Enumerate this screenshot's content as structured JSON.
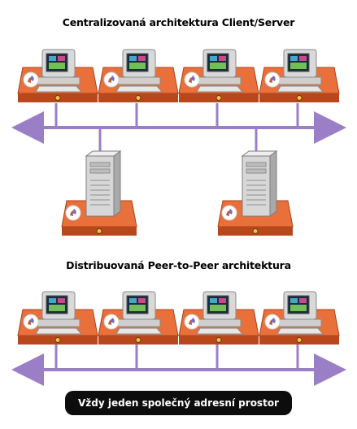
{
  "diagram": {
    "top_section": {
      "title": "Centralizovaná architektura Client/Server",
      "client_count": 4,
      "server_count": 2
    },
    "bottom_section": {
      "title": "Distribuovaná Peer-to-Peer architektura",
      "peer_count": 4
    },
    "footer": {
      "label": "Vždy jeden společný adresní prostor"
    },
    "colors": {
      "network_line": "#9b7fc6",
      "platform_top": "#e9703b",
      "platform_side": "#b9471c",
      "footer_background": "#0d0d0d",
      "footer_text": "#ffffff"
    }
  }
}
